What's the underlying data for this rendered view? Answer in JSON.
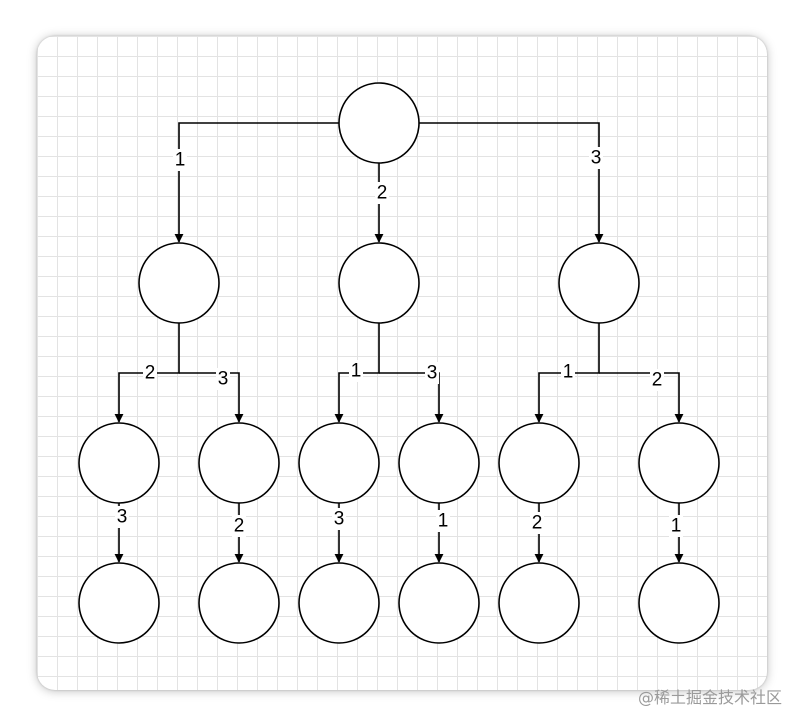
{
  "diagram": {
    "edges": [
      {
        "from": "root",
        "to": "a",
        "label": "1"
      },
      {
        "from": "root",
        "to": "b",
        "label": "2"
      },
      {
        "from": "root",
        "to": "c",
        "label": "3"
      },
      {
        "from": "a",
        "to": "a1",
        "label": "2"
      },
      {
        "from": "a",
        "to": "a2",
        "label": "3"
      },
      {
        "from": "b",
        "to": "b1",
        "label": "1"
      },
      {
        "from": "b",
        "to": "b2",
        "label": "3"
      },
      {
        "from": "c",
        "to": "c1",
        "label": "1"
      },
      {
        "from": "c",
        "to": "c2",
        "label": "2"
      },
      {
        "from": "a1",
        "to": "a1x",
        "label": "3"
      },
      {
        "from": "a2",
        "to": "a2x",
        "label": "2"
      },
      {
        "from": "b1",
        "to": "b1x",
        "label": "3"
      },
      {
        "from": "b2",
        "to": "b2x",
        "label": "1"
      },
      {
        "from": "c1",
        "to": "c1x",
        "label": "2"
      },
      {
        "from": "c2",
        "to": "c2x",
        "label": "1"
      }
    ]
  },
  "watermark": "@稀土掘金技术社区"
}
